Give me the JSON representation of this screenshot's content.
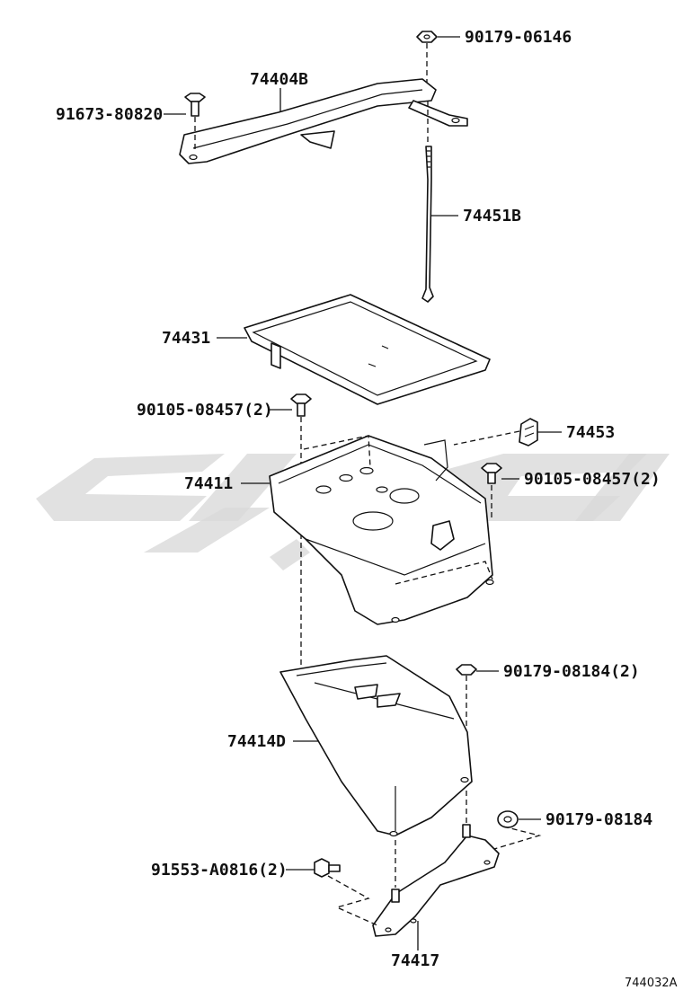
{
  "diagram_id": "744032A",
  "colors": {
    "line": "#111111",
    "watermark": "#d9d9d9",
    "background": "#ffffff"
  },
  "parts": [
    {
      "id": "p1",
      "label": "90179-06146"
    },
    {
      "id": "p2",
      "label": "74404B"
    },
    {
      "id": "p3",
      "label": "91673-80820"
    },
    {
      "id": "p4",
      "label": "74451B"
    },
    {
      "id": "p5",
      "label": "74431"
    },
    {
      "id": "p6",
      "label": "90105-08457(2)"
    },
    {
      "id": "p7",
      "label": "74453"
    },
    {
      "id": "p8",
      "label": "74411"
    },
    {
      "id": "p9",
      "label": "90105-08457(2)"
    },
    {
      "id": "p10",
      "label": "90179-08184(2)"
    },
    {
      "id": "p11",
      "label": "74414D"
    },
    {
      "id": "p12",
      "label": "90179-08184"
    },
    {
      "id": "p13",
      "label": "91553-A0816(2)"
    },
    {
      "id": "p14",
      "label": "74417"
    }
  ]
}
